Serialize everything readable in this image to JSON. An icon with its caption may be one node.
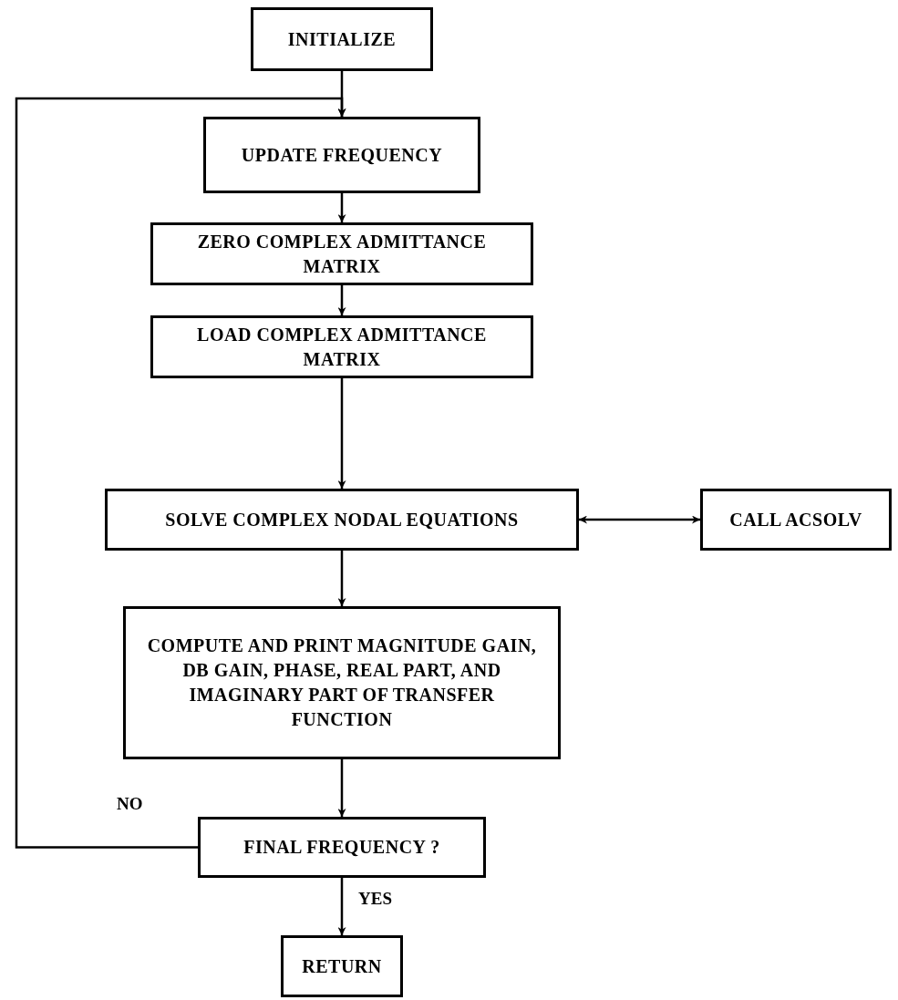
{
  "diagram": {
    "nodes": [
      {
        "text": [
          "INITIALIZE"
        ]
      },
      {
        "text": [
          "UPDATE FREQUENCY"
        ]
      },
      {
        "text": [
          "ZERO COMPLEX ADMITTANCE MATRIX"
        ]
      },
      {
        "text": [
          "LOAD COMPLEX ADMITTANCE MATRIX"
        ]
      },
      {
        "text": [
          "SOLVE COMPLEX NODAL EQUATIONS"
        ]
      },
      {
        "text": [
          "CALL ACSOLV"
        ]
      },
      {
        "text": [
          "COMPUTE AND PRINT MAGNITUDE GAIN, DB GAIN, PHASE, REAL PART, AND IMAGINARY PART OF TRANSFER FUNCTION"
        ]
      },
      {
        "text": [
          "FINAL FREQUENCY ?"
        ]
      },
      {
        "text": [
          "RETURN"
        ]
      }
    ],
    "edges": [
      {
        "from": 0,
        "to": 1,
        "arrow": "to"
      },
      {
        "from": 1,
        "to": 2,
        "arrow": "to"
      },
      {
        "from": 2,
        "to": 3,
        "arrow": "to"
      },
      {
        "from": 3,
        "to": 4,
        "arrow": "to"
      },
      {
        "from": 4,
        "to": 5,
        "arrow": "both"
      },
      {
        "from": 4,
        "to": 6,
        "arrow": "to"
      },
      {
        "from": 6,
        "to": 7,
        "arrow": "to"
      },
      {
        "from": 7,
        "to": 1,
        "arrow": "to",
        "label": "NO"
      },
      {
        "from": 7,
        "to": 8,
        "arrow": "to",
        "label": "YES"
      }
    ]
  }
}
